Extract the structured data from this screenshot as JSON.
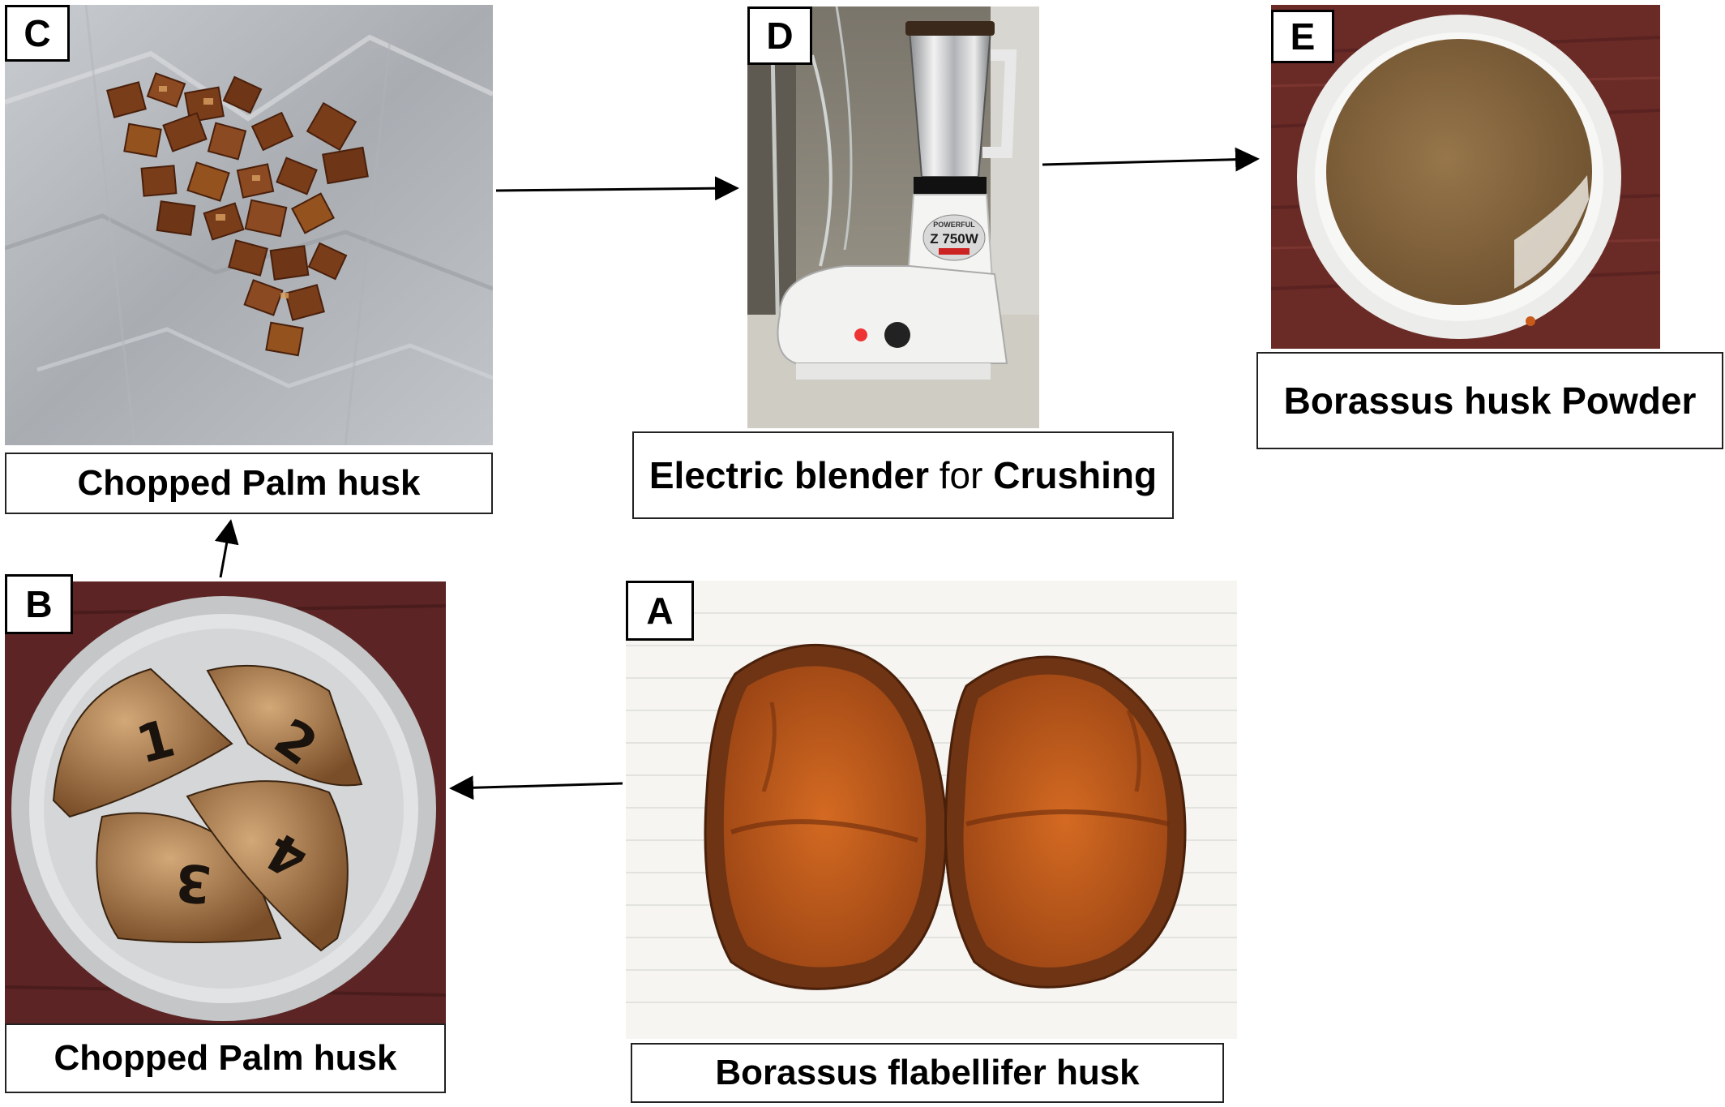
{
  "panels": {
    "A": {
      "letter": "A",
      "caption": "Borassus flabellifer husk"
    },
    "B": {
      "letter": "B",
      "caption": "Chopped Palm husk",
      "husk_numbers": [
        "1",
        "2",
        "3",
        "4"
      ]
    },
    "C": {
      "letter": "C",
      "caption": "Chopped Palm husk"
    },
    "D": {
      "letter": "D",
      "caption_part1": "Electric blender",
      "caption_part2": "for",
      "caption_part3": "Crushing",
      "blender_label": "Z 750W",
      "blender_brand": "POWERFUL"
    },
    "E": {
      "letter": "E",
      "caption": "Borassus husk Powder"
    }
  },
  "colors": {
    "husk": "#8a4a1c",
    "husk_inner": "#b5601e",
    "foil": "#b8bcc0",
    "wood": "#5a2a26",
    "powder": "#8a6a3e",
    "arrow": "#000000"
  }
}
